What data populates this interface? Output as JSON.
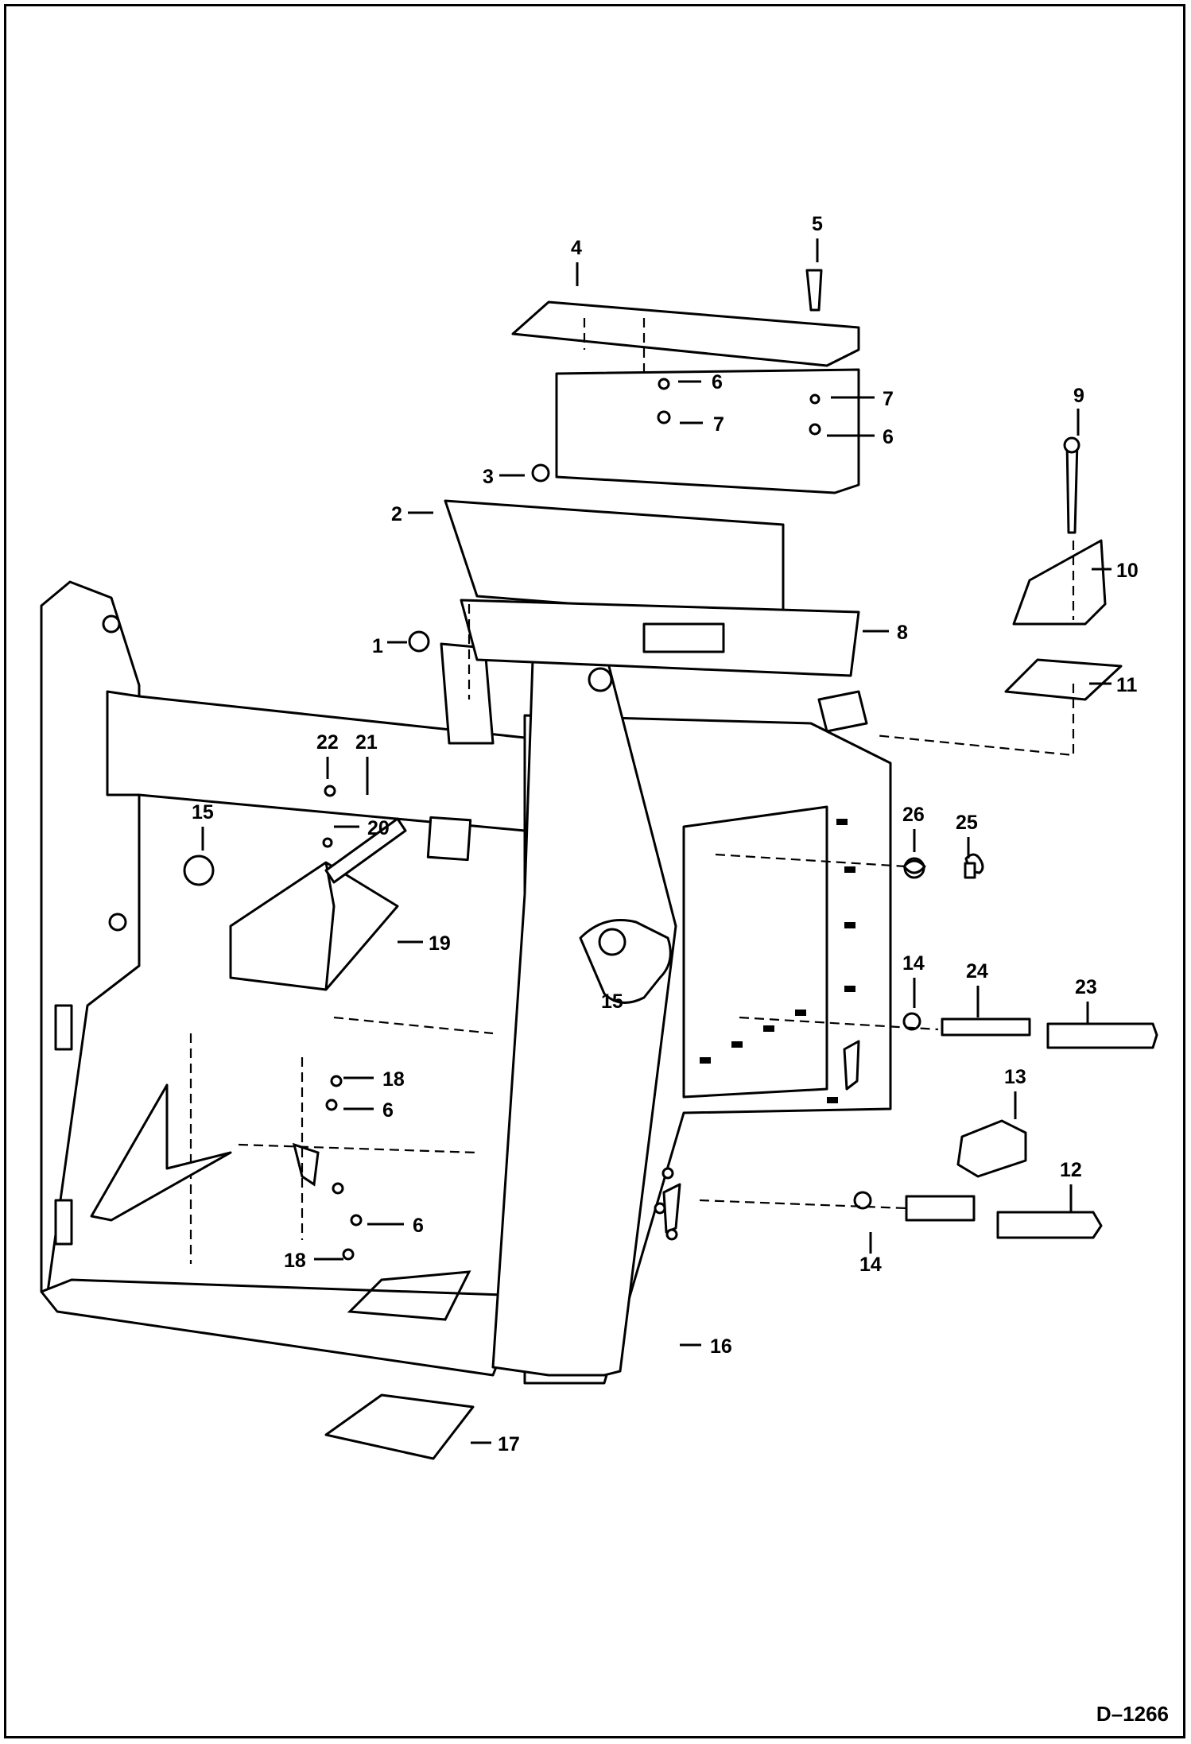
{
  "drawing_number": "D–1266",
  "callouts": [
    {
      "id": "c1",
      "text": "1"
    },
    {
      "id": "c2",
      "text": "2"
    },
    {
      "id": "c3",
      "text": "3"
    },
    {
      "id": "c4",
      "text": "4"
    },
    {
      "id": "c5",
      "text": "5"
    },
    {
      "id": "c6a",
      "text": "6"
    },
    {
      "id": "c7a",
      "text": "7"
    },
    {
      "id": "c7b",
      "text": "7"
    },
    {
      "id": "c6b",
      "text": "6"
    },
    {
      "id": "c8",
      "text": "8"
    },
    {
      "id": "c9",
      "text": "9"
    },
    {
      "id": "c10",
      "text": "10"
    },
    {
      "id": "c11",
      "text": "11"
    },
    {
      "id": "c22",
      "text": "22"
    },
    {
      "id": "c21",
      "text": "21"
    },
    {
      "id": "c15a",
      "text": "15"
    },
    {
      "id": "c20",
      "text": "20"
    },
    {
      "id": "c19",
      "text": "19"
    },
    {
      "id": "c15b",
      "text": "15"
    },
    {
      "id": "c26",
      "text": "26"
    },
    {
      "id": "c25",
      "text": "25"
    },
    {
      "id": "c14a",
      "text": "14"
    },
    {
      "id": "c24",
      "text": "24"
    },
    {
      "id": "c23",
      "text": "23"
    },
    {
      "id": "c18a",
      "text": "18"
    },
    {
      "id": "c6c",
      "text": "6"
    },
    {
      "id": "c13",
      "text": "13"
    },
    {
      "id": "c12",
      "text": "12"
    },
    {
      "id": "c6d",
      "text": "6"
    },
    {
      "id": "c18b",
      "text": "18"
    },
    {
      "id": "c14b",
      "text": "14"
    },
    {
      "id": "c16",
      "text": "16"
    },
    {
      "id": "c17",
      "text": "17"
    }
  ]
}
